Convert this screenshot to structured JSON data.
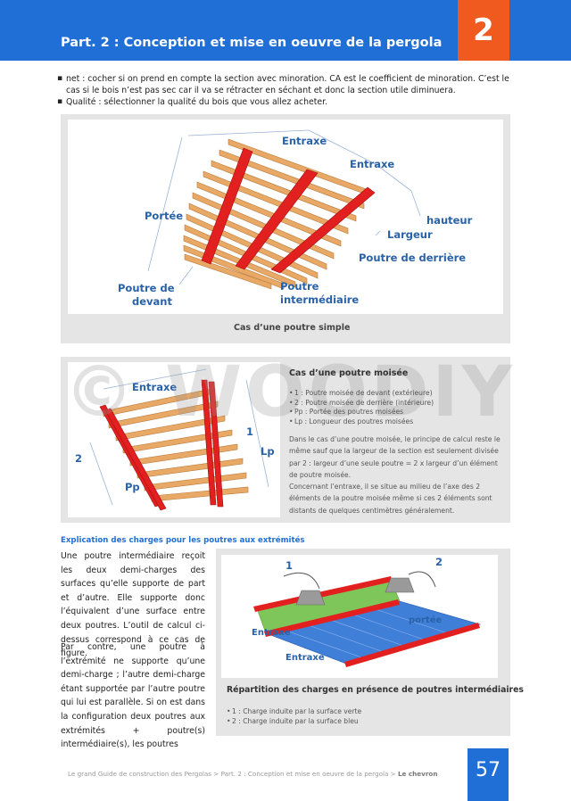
{
  "header": {
    "title": "Part. 2 : Conception et mise en oeuvre de la pergola",
    "chapter": "2"
  },
  "intro_bullets": [
    "net : cocher si on prend en compte la section avec minoration. CA est le coefficient de minoration. C’est le cas si le bois n’est pas sec car il va se rétracter en séchant et donc la section utile diminuera.",
    "Qualité : sélectionner la qualité du bois que vous allez acheter."
  ],
  "figure1": {
    "labels": {
      "entraxe_top": "Entraxe",
      "entraxe_right": "Entraxe",
      "portee": "Portée",
      "hauteur": "hauteur",
      "largeur": "Largeur",
      "poutre_derriere": "Poutre de derrière",
      "poutre_devant_1": "Poutre de",
      "poutre_devant_2": "devant",
      "poutre_inter_1": "Poutre",
      "poutre_inter_2": "intermédiaire"
    },
    "caption": "Cas d’une poutre simple"
  },
  "figure2": {
    "labels": {
      "entraxe": "Entraxe",
      "n2": "2",
      "n1": "1",
      "lp": "Lp",
      "pp": "Pp"
    },
    "watermark": "© WOODIY",
    "title": "Cas d’une poutre moisée",
    "list": [
      "1 : Poutre moisée de devant (extérieure)",
      "2 : Poutre moisée de derrière (intérieure)",
      "Pp : Portée des poutres moisées",
      "Lp : Longueur des poutres moisées"
    ],
    "para1": "Dans le cas d’une poutre moisée, le principe de calcul reste le même sauf que la largeur de la section est seulement divisée par 2 : largeur d’une seule poutre = 2 x largeur d’un élément de poutre moisée.",
    "para2": "Concernant l’entraxe, il se situe au milieu de l’axe des 2 éléments de la poutre moisée même si ces 2 éléments sont distants de quelques centimètres généralement."
  },
  "section": {
    "heading": "Explication des charges pour les poutres aux extrémités",
    "para1": "Une poutre intermédiaire reçoit les deux demi-charges des surfaces qu’elle supporte de part et d’autre. Elle supporte donc l’équivalent d’une surface entre deux poutres. L’outil de calcul ci-dessus correspond à ce cas de figure.",
    "para2": "Par contre, une poutre à l’extrémité ne supporte qu’une demi-charge ; l’autre demi-charge étant supportée par l’autre poutre qui lui est parallèle. Si on est dans la configuration deux poutres aux extrémités + poutre(s) intermédiaire(s), les poutres"
  },
  "figure3": {
    "labels": {
      "n1": "1",
      "n2": "2",
      "portee": "portée",
      "entraxe_1": "Entraxe",
      "entraxe_2": "Entraxe"
    },
    "caption": "Répartition des charges en présence de poutres intermédiaires",
    "list": [
      "1 : Charge induite par la surface verte",
      "2 : Charge induite par la surface bleu"
    ]
  },
  "footer": {
    "breadcrumb": "Le grand Guide de construction des Pergolas > Part. 2 : Conception et mise en oeuvre de la pergola > ",
    "current": "Le chevron",
    "page": "57"
  },
  "colors": {
    "header_blue": "#1f6fd6",
    "chapter_orange": "#f05a1e",
    "label_blue": "#2a62a8",
    "beam_red": "#e32020",
    "wood": "#e8a866",
    "surface_green": "#7fc65a",
    "surface_blue": "#3f7fd8"
  }
}
